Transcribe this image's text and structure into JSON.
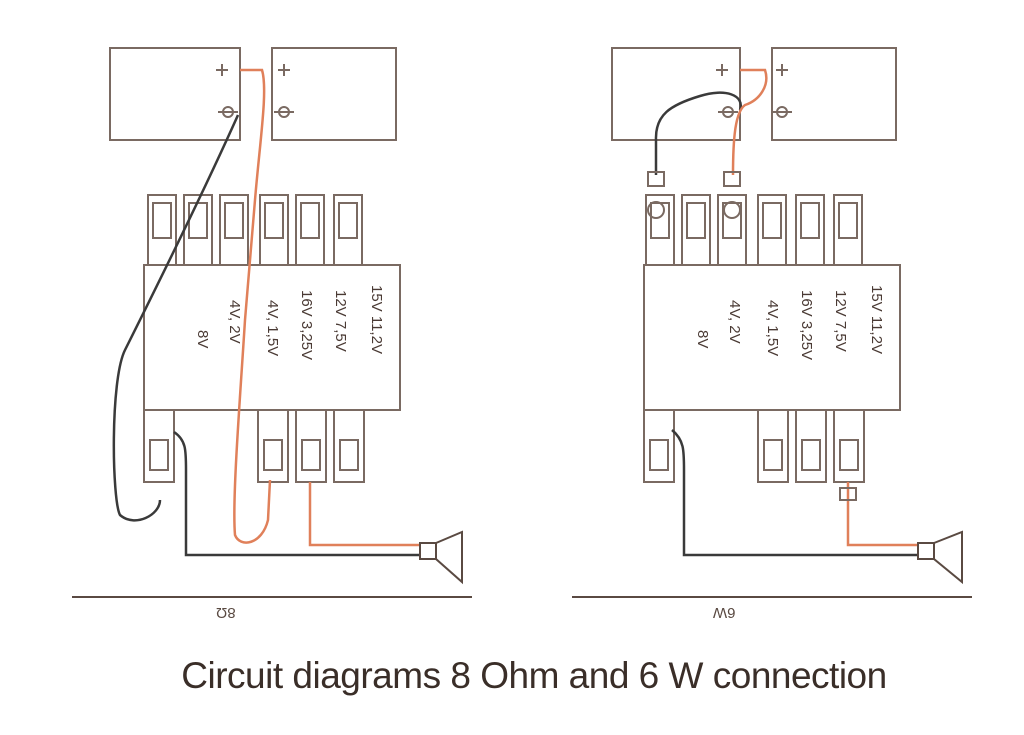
{
  "caption": "Circuit diagrams 8 Ohm and 6 W connection",
  "colors": {
    "line": "#7a6a62",
    "wire_dark": "#3a3a3a",
    "wire_red": "#e0805a"
  },
  "left": {
    "label": "8Ω",
    "battery_terminals": [
      "+",
      "+",
      "-",
      "-"
    ],
    "tap_labels": [
      "8V",
      "4V, 2V",
      "4V, 1,5V",
      "16V 3,25V",
      "12V 7,5V",
      "15V 11,2V"
    ]
  },
  "right": {
    "label": "6W",
    "battery_terminals": [
      "+",
      "+",
      "-",
      "-"
    ],
    "tap_labels": [
      "8V",
      "4V, 2V",
      "4V, 1,5V",
      "16V 3,25V",
      "12V 7,5V",
      "15V 11,2V"
    ]
  }
}
